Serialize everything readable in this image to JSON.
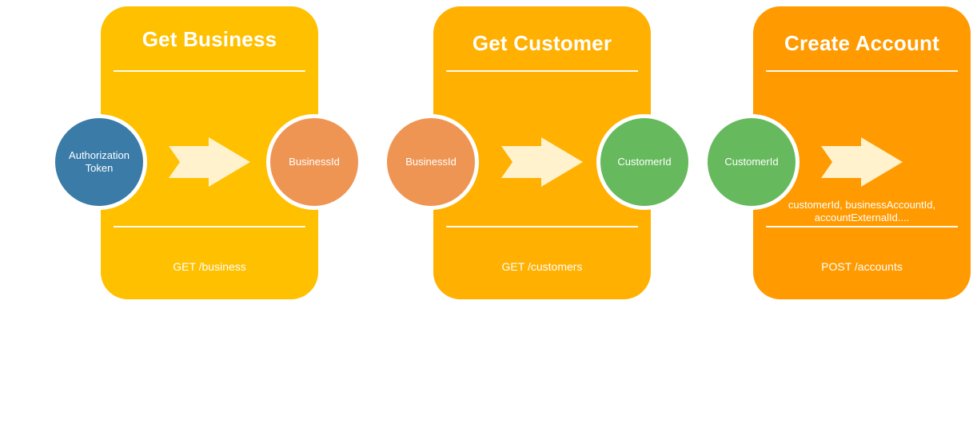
{
  "stages": [
    {
      "title": "Get Business",
      "endpoint": "GET /business"
    },
    {
      "title": "Get Customer",
      "endpoint": "GET /customers"
    },
    {
      "title": "Create Account",
      "endpoint": "POST /accounts",
      "output_fields_line1": "customerId, businessAccountId,",
      "output_fields_line2": "accountExternalId...."
    }
  ],
  "nodes": {
    "auth_token_line1": "Authorization",
    "auth_token_line2": "Token",
    "business_id_out": "BusinessId",
    "business_id_in": "BusinessId",
    "customer_id_out": "CustomerId",
    "customer_id_in": "CustomerId"
  },
  "colors": {
    "stage1": "#FFC000",
    "stage2": "#FFB000",
    "stage3": "#FF9A00",
    "auth_token": "#3A7BA8",
    "business_id": "#EF9554",
    "customer_id": "#66B95D",
    "arrow": "#FFF2CC"
  }
}
